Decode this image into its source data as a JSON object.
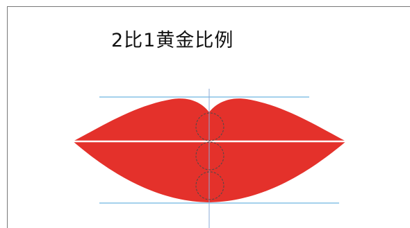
{
  "title": "2比1黄金比例",
  "colors": {
    "lip_fill": "#e4312b",
    "guide_line": "#4aa3d8",
    "center_line": "#8aa9d6",
    "mouth_line": "#ffffff",
    "circle_stroke": "#4a4a4a",
    "frame": "#777777"
  },
  "guides": {
    "horizontal": 2,
    "vertical": 1
  },
  "circles": {
    "count": 3,
    "style": "dashed"
  }
}
